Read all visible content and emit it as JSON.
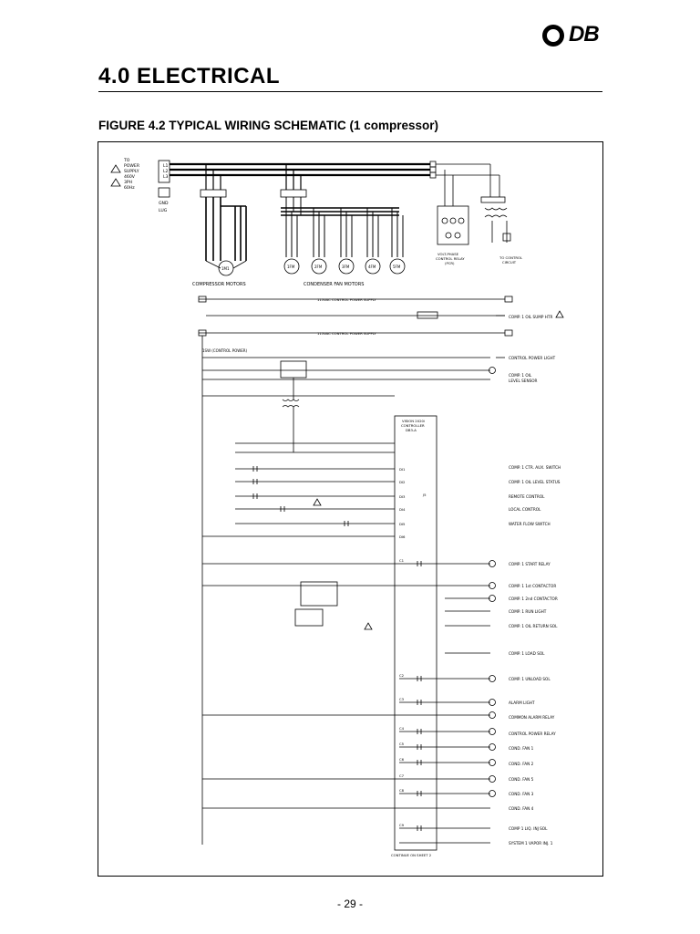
{
  "logo": {
    "text": "DB"
  },
  "section_title": "4.0  ELECTRICAL",
  "figure_title": "FIGURE 4.2  TYPICAL WIRING SCHEMATIC (1 compressor)",
  "page_number": "- 29 -",
  "schematic": {
    "power_labels": [
      "TO",
      "POWER",
      "SUPPLY",
      "460V",
      "3PH",
      "60Hz"
    ],
    "gnd_label": "GND",
    "lug_label": "LUG",
    "line_labels": [
      "L1",
      "L2",
      "L3"
    ],
    "motor_groups": {
      "compressor": "COMPRESSOR MOTORS",
      "condenser": "CONDENSER FAN MOTORS"
    },
    "motors": [
      "1M1",
      "1FM",
      "2FM",
      "3FM",
      "4FM",
      "5FM"
    ],
    "monitor_label": [
      "VOLT-PHASE",
      "CONTROL RELAY",
      "(PCR)"
    ],
    "control_circuit_label": [
      "TO CONTROL",
      "CIRCUIT"
    ],
    "power_supply_label": "115VAC CONTROL POWER SUPPLY",
    "control_switch": "1SW (CONTROL POWER)",
    "controller_label": [
      "VISION 2020i",
      "CONTROLLER",
      "DB3-A"
    ],
    "continue_label": "CONTINUE ON SHEET 2",
    "right_labels": [
      "COMP. 1 OIL SUMP HTR",
      "CONTROL POWER LIGHT",
      "COMP. 1 OIL",
      "LEVEL SENSOR",
      "COMP. 1 CTR. AUX. SWITCH",
      "COMP. 1 OIL LEVEL STATUS",
      "REMOTE CONTROL",
      "LOCAL CONTROL",
      "WATER FLOW SWITCH",
      "COMP. 1 START RELAY",
      "COMP. 1 1st CONTACTOR",
      "COMP. 1 2nd CONTACTOR",
      "COMP. 1 RUN LIGHT",
      "COMP. 1 OIL RETURN SOL",
      "COMP. 1 LOAD SOL",
      "COMP. 1 UNLOAD SOL",
      "ALARM LIGHT",
      "COMMON ALARM RELAY",
      "CONTROL POWER RELAY",
      "COND. FAN 1",
      "COND. FAN 2",
      "COND. FAN 5",
      "COND. FAN 3",
      "COND. FAN 4",
      "COMP 1 LIQ. INJ SOL",
      "SYSTEM 1 VAPOR INJ. 1"
    ],
    "output_tags": [
      "C1",
      "C2",
      "C3",
      "C4",
      "C5",
      "C6",
      "C7",
      "C8",
      "C9"
    ],
    "input_tags": [
      "DI1",
      "DI2",
      "DI3",
      "DI4",
      "DI5",
      "DI6"
    ],
    "panel_label": "J5"
  }
}
